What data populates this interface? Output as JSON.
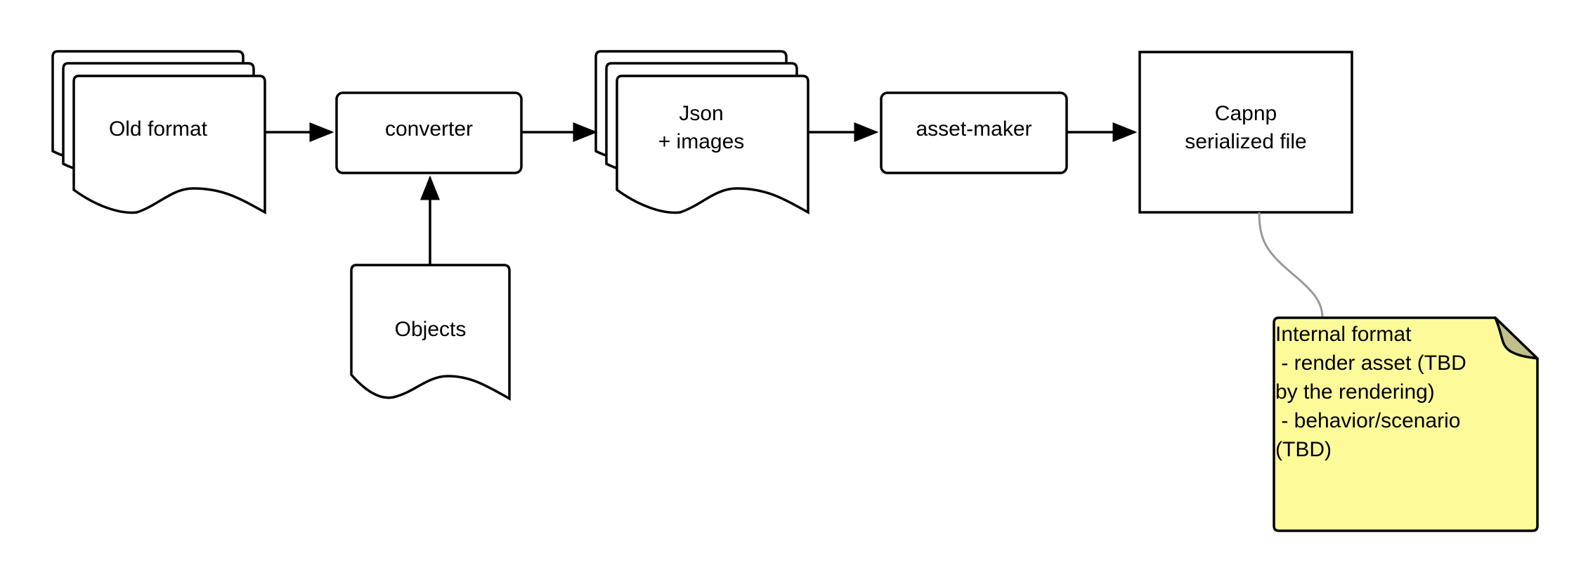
{
  "nodes": {
    "old_format": "Old format",
    "converter": "converter",
    "objects": "Objects",
    "json_images": "Json\n+ images",
    "asset_maker": "asset-maker",
    "capnp": "Capnp\nserialized file"
  },
  "note": {
    "text": "Internal format\n - render asset (TBD\nby the rendering)\n - behavior/scenario\n(TBD)",
    "fill": "#fdfa9a",
    "fold_fill": "#c2c08a"
  },
  "edges": [
    {
      "from": "old_format",
      "to": "converter"
    },
    {
      "from": "objects",
      "to": "converter"
    },
    {
      "from": "converter",
      "to": "json_images"
    },
    {
      "from": "json_images",
      "to": "asset_maker"
    },
    {
      "from": "asset_maker",
      "to": "capnp"
    }
  ]
}
